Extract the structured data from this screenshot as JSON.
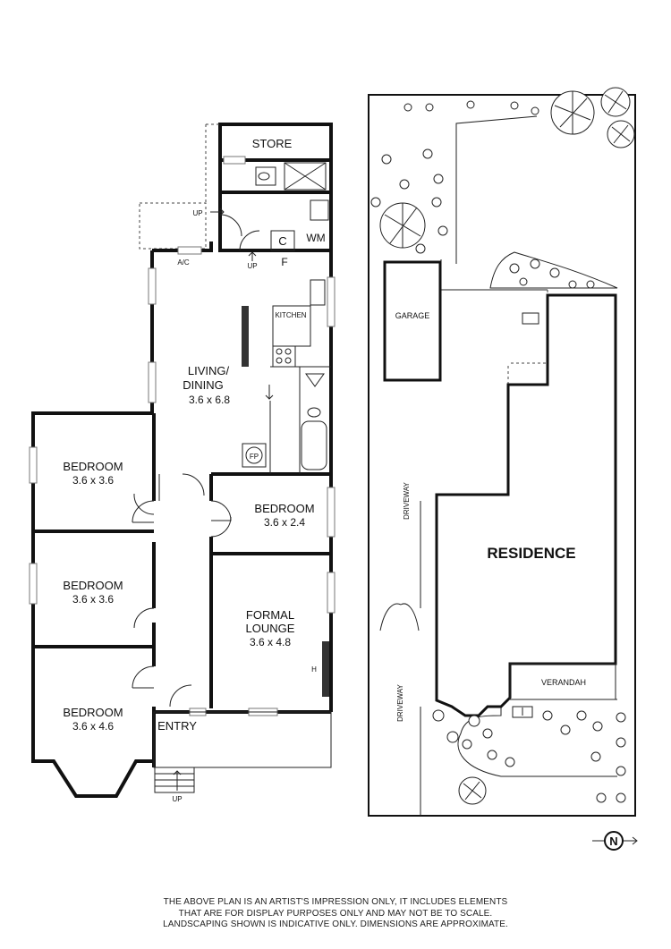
{
  "floor_plan": {
    "rooms": {
      "store": "STORE",
      "wm": "WM",
      "c": "C",
      "f": "F",
      "kitchen": "KITCHEN",
      "living_line1": "LIVING/",
      "living_line2": "DINING",
      "living_dim": "3.6 x 6.8",
      "fp": "FP",
      "bed1": "BEDROOM",
      "bed1_dim": "3.6 x 3.6",
      "bed2": "BEDROOM",
      "bed2_dim": "3.6 x 3.6",
      "bed3": "BEDROOM",
      "bed3_dim": "3.6 x 4.6",
      "bed4": "BEDROOM",
      "bed4_dim": "3.6 x 2.4",
      "lounge_line1": "FORMAL",
      "lounge_line2": "LOUNGE",
      "lounge_dim": "3.6 x 4.8",
      "entry": "ENTRY",
      "ac": "A/C",
      "up_rear": "UP",
      "up_kitchen": "UP",
      "up_front": "UP",
      "h": "H"
    }
  },
  "site_plan": {
    "garage": "GARAGE",
    "residence": "RESIDENCE",
    "verandah": "VERANDAH",
    "driveway_upper": "DRIVEWAY",
    "driveway_lower": "DRIVEWAY",
    "north": "N"
  },
  "disclaimer": [
    "THE ABOVE PLAN IS AN ARTIST'S IMPRESSION ONLY, IT INCLUDES ELEMENTS",
    "THAT ARE FOR DISPLAY PURPOSES ONLY AND MAY NOT BE TO SCALE.",
    "LANDSCAPING SHOWN IS INDICATIVE ONLY. DIMENSIONS ARE APPROXIMATE."
  ]
}
